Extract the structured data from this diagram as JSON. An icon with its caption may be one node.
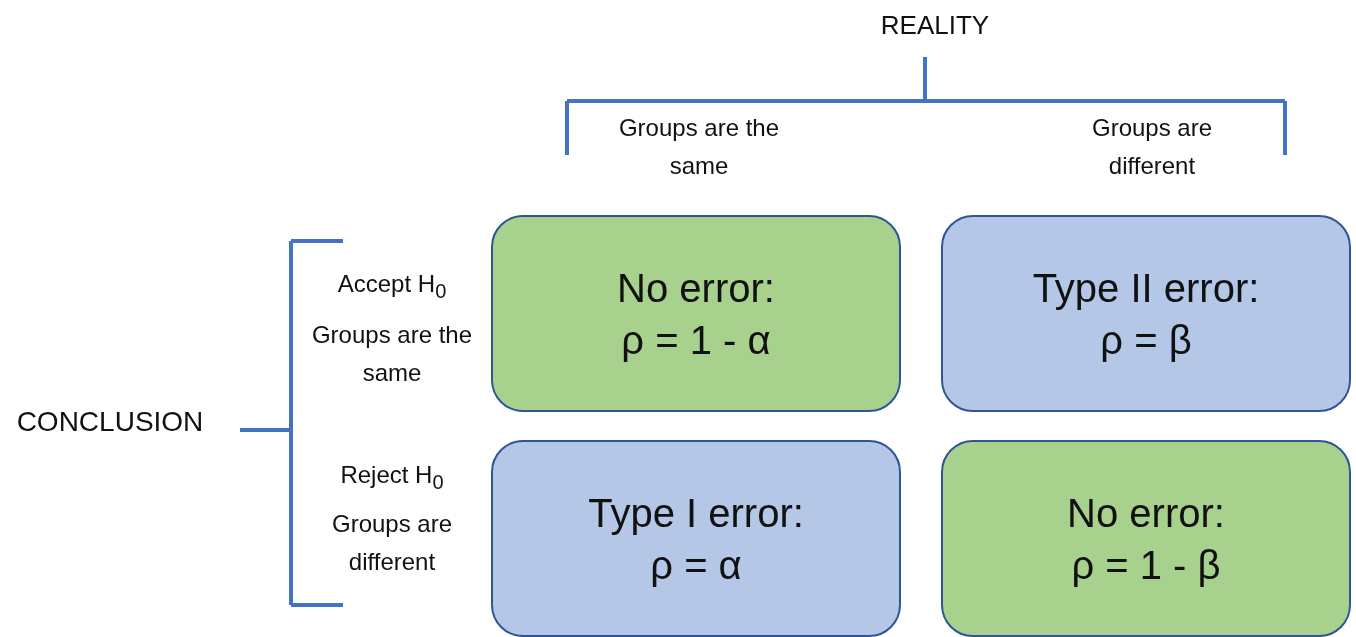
{
  "diagram": {
    "nodes": [
      {
        "text": [
          "No error:",
          "ρ = 1 - α"
        ]
      },
      {
        "text": [
          "Type II error:",
          "ρ = β"
        ]
      },
      {
        "text": [
          "Type I error:",
          "ρ = α"
        ]
      },
      {
        "text": [
          "No error:",
          "ρ = 1 - β"
        ]
      }
    ],
    "edges": [],
    "labels": [
      "REALITY",
      "Groups are the same",
      "Groups are different",
      "CONCLUSION",
      "Accept H$_{0}$",
      "Groups are the same",
      "Reject H$_{0}$",
      "Groups are different"
    ]
  }
}
